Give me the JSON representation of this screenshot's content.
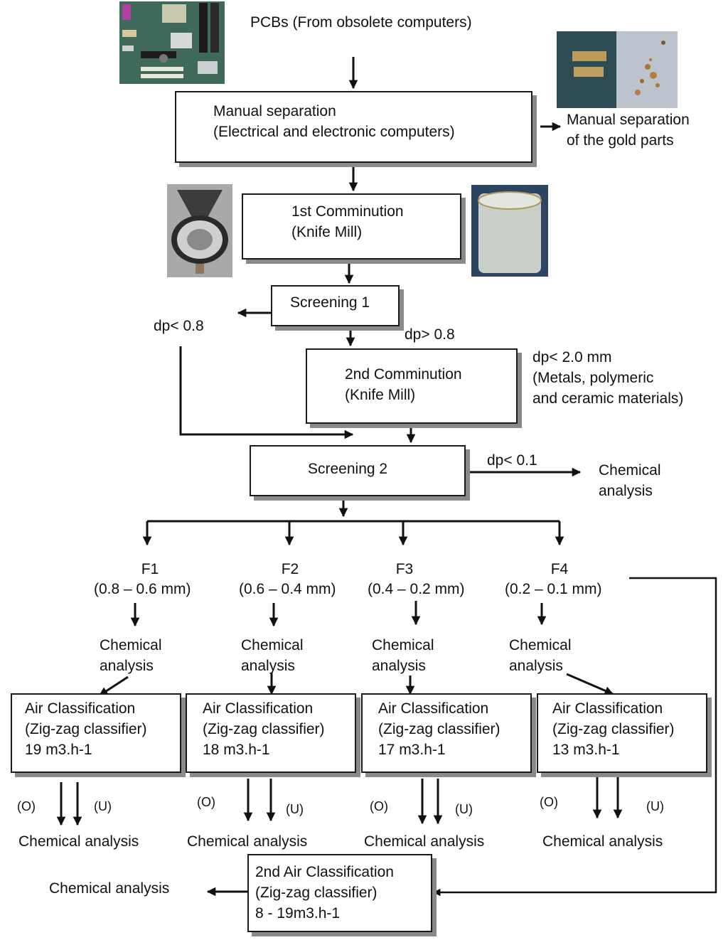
{
  "source": {
    "label": "PCBs (From obsolete computers)",
    "image": "pcb-motherboard-photo"
  },
  "manual_separation": {
    "line1": "Manual separation",
    "line2": "(Electrical and electronic computers)",
    "side_output": {
      "line1": "Manual separation",
      "line2": "of the gold parts",
      "image": "gold-parts-photo"
    }
  },
  "comminution_1": {
    "line1": "1st Comminution",
    "line2": "(Knife Mill)",
    "images": [
      "knife-mill-photo",
      "ground-material-beaker-photo"
    ]
  },
  "screening_1": {
    "label": "Screening 1",
    "out_fine": "dp< 0.8",
    "out_coarse": "dp> 0.8"
  },
  "comminution_2": {
    "line1": "2nd Comminution",
    "line2": "(Knife Mill)",
    "note": {
      "line1": "dp< 2.0 mm",
      "line2": "(Metals, polymeric",
      "line3": "and ceramic materials)"
    }
  },
  "screening_2": {
    "label": "Screening 2",
    "out_fine": "dp< 0.1",
    "out_target": {
      "line1": "Chemical",
      "line2": "analysis"
    }
  },
  "fractions": [
    {
      "name": "F1",
      "range": "(0.8 – 0.6 mm)",
      "analysis": {
        "line1": "Chemical",
        "line2": "analysis"
      },
      "classifier": {
        "line1": "Air Classification",
        "line2": "(Zig-zag classifier)",
        "flow": "19 m3.h-1"
      },
      "overflow": "(O)",
      "underflow": "(U)",
      "result": "Chemical analysis"
    },
    {
      "name": "F2",
      "range": "(0.6 – 0.4 mm)",
      "analysis": {
        "line1": "Chemical",
        "line2": "analysis"
      },
      "classifier": {
        "line1": "Air Classification",
        "line2": "(Zig-zag classifier)",
        "flow": "18 m3.h-1"
      },
      "overflow": "(O)",
      "underflow": "(U)",
      "result": "Chemical analysis"
    },
    {
      "name": "F3",
      "range": "(0.4 – 0.2 mm)",
      "analysis": {
        "line1": "Chemical",
        "line2": "analysis"
      },
      "classifier": {
        "line1": "Air Classification",
        "line2": "(Zig-zag classifier)",
        "flow": "17 m3.h-1"
      },
      "overflow": "(O)",
      "underflow": "(U)",
      "result": "Chemical analysis"
    },
    {
      "name": "F4",
      "range": "(0.2 – 0.1 mm)",
      "analysis": {
        "line1": "Chemical",
        "line2": "analysis"
      },
      "classifier": {
        "line1": "Air Classification",
        "line2": "(Zig-zag classifier)",
        "flow": "13 m3.h-1"
      },
      "overflow": "(O)",
      "underflow": "(U)",
      "result": "Chemical analysis"
    }
  ],
  "air_classification_2": {
    "line1": "2nd Air Classification",
    "line2": "(Zig-zag classifier)",
    "flow": "8 - 19m3.h-1",
    "output": "Chemical analysis"
  },
  "colors": {
    "line": "#111111",
    "box_border": "#1a1a1a",
    "box_shadow": "#8a8a8a"
  }
}
